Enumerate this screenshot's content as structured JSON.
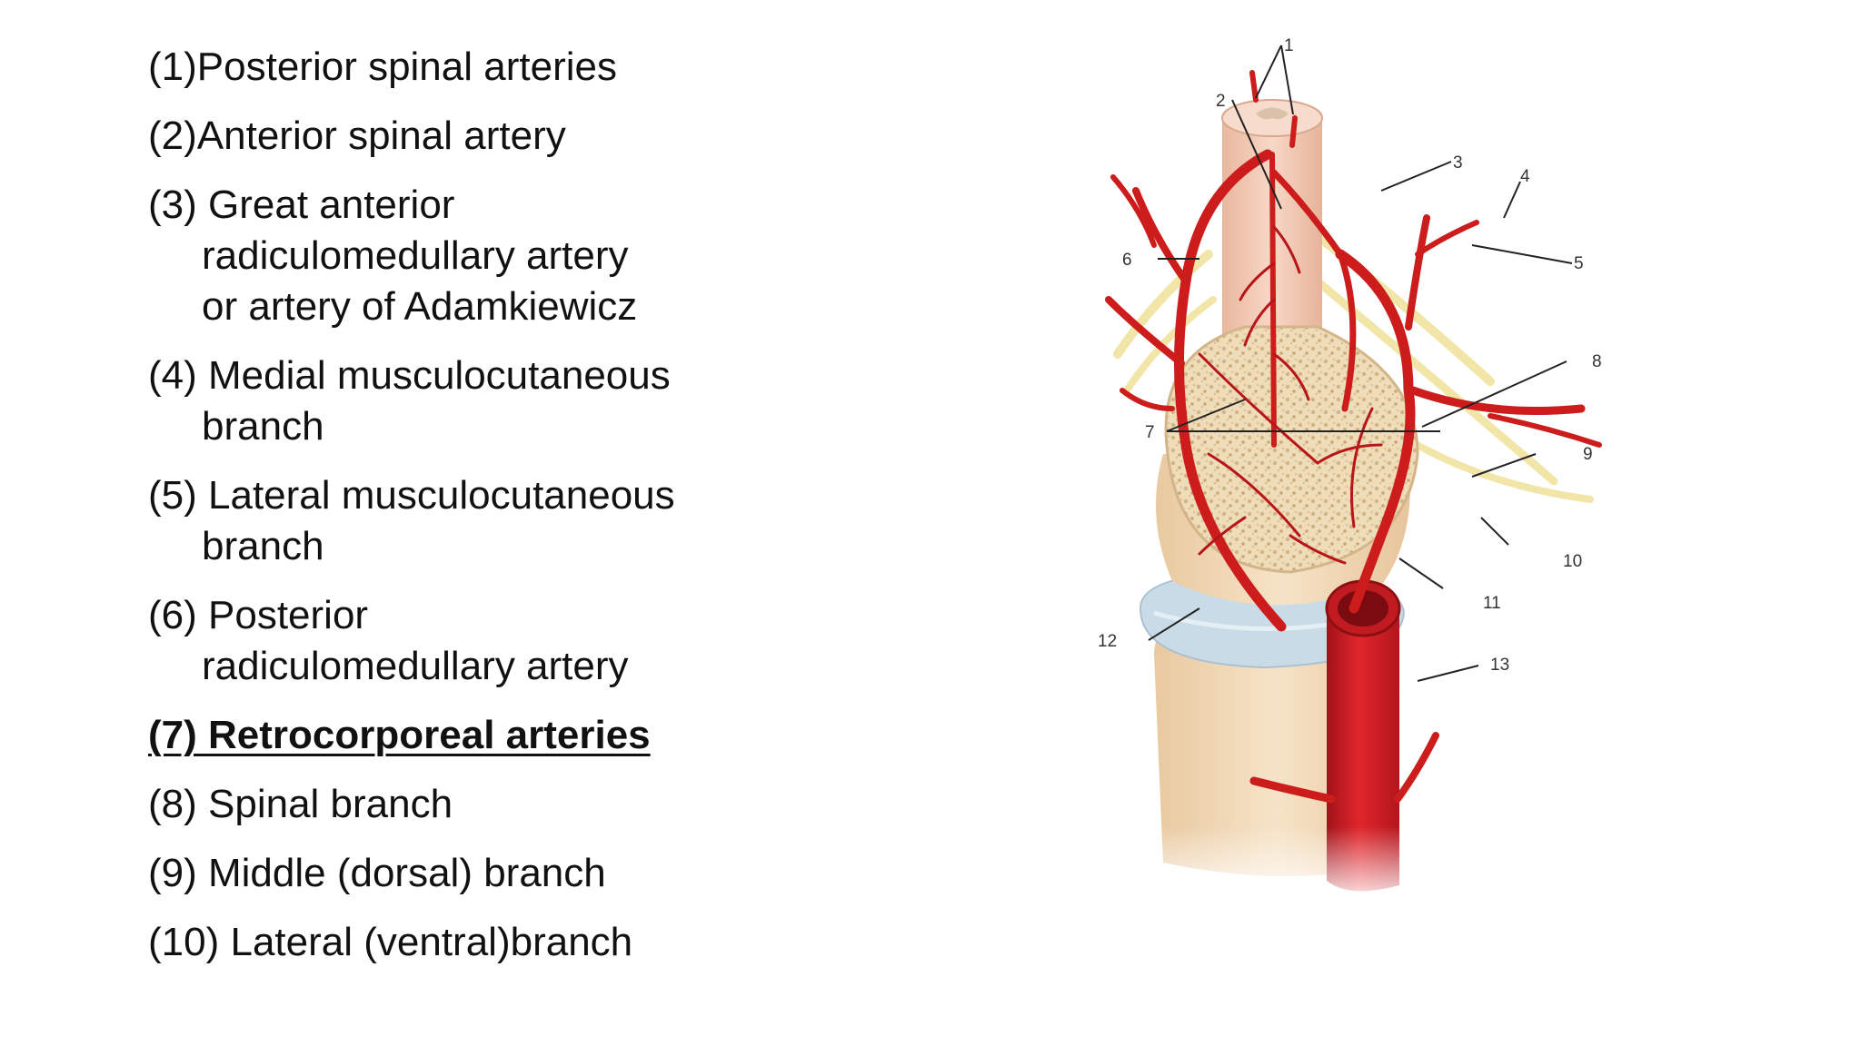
{
  "legend": {
    "items": [
      {
        "lines": [
          "(1)Posterior spinal arteries"
        ],
        "emphasis": false
      },
      {
        "lines": [
          "(2)Anterior spinal artery"
        ],
        "emphasis": false
      },
      {
        "lines": [
          "(3)  Great anterior",
          "radiculomedullary artery",
          "or artery of Adamkiewicz"
        ],
        "emphasis": false
      },
      {
        "lines": [
          "(4) Medial musculocutaneous",
          "branch"
        ],
        "emphasis": false
      },
      {
        "lines": [
          "(5) Lateral musculocutaneous",
          "branch"
        ],
        "emphasis": false
      },
      {
        "lines": [
          "(6) Posterior",
          "radiculomedullary artery"
        ],
        "emphasis": false
      },
      {
        "lines": [
          "(7) Retrocorporeal arteries"
        ],
        "emphasis": true
      },
      {
        "lines": [
          "(8) Spinal branch"
        ],
        "emphasis": false
      },
      {
        "lines": [
          "(9) Middle (dorsal) branch"
        ],
        "emphasis": false
      },
      {
        "lines": [
          "(10) Lateral (ventral)branch"
        ],
        "emphasis": false
      }
    ]
  },
  "figure": {
    "callouts": [
      "1",
      "2",
      "3",
      "4",
      "5",
      "6",
      "7",
      "8",
      "9",
      "10",
      "11",
      "12",
      "13"
    ],
    "colors": {
      "artery": "#cc1c1c",
      "artery_dark": "#8e0f12",
      "bone": "#f1d7b2",
      "cancellous": "#e8d2a8",
      "disc": "#c9dbe6",
      "spinal_cord": "#f3cdb8",
      "nerve": "#f2e5a8"
    }
  }
}
